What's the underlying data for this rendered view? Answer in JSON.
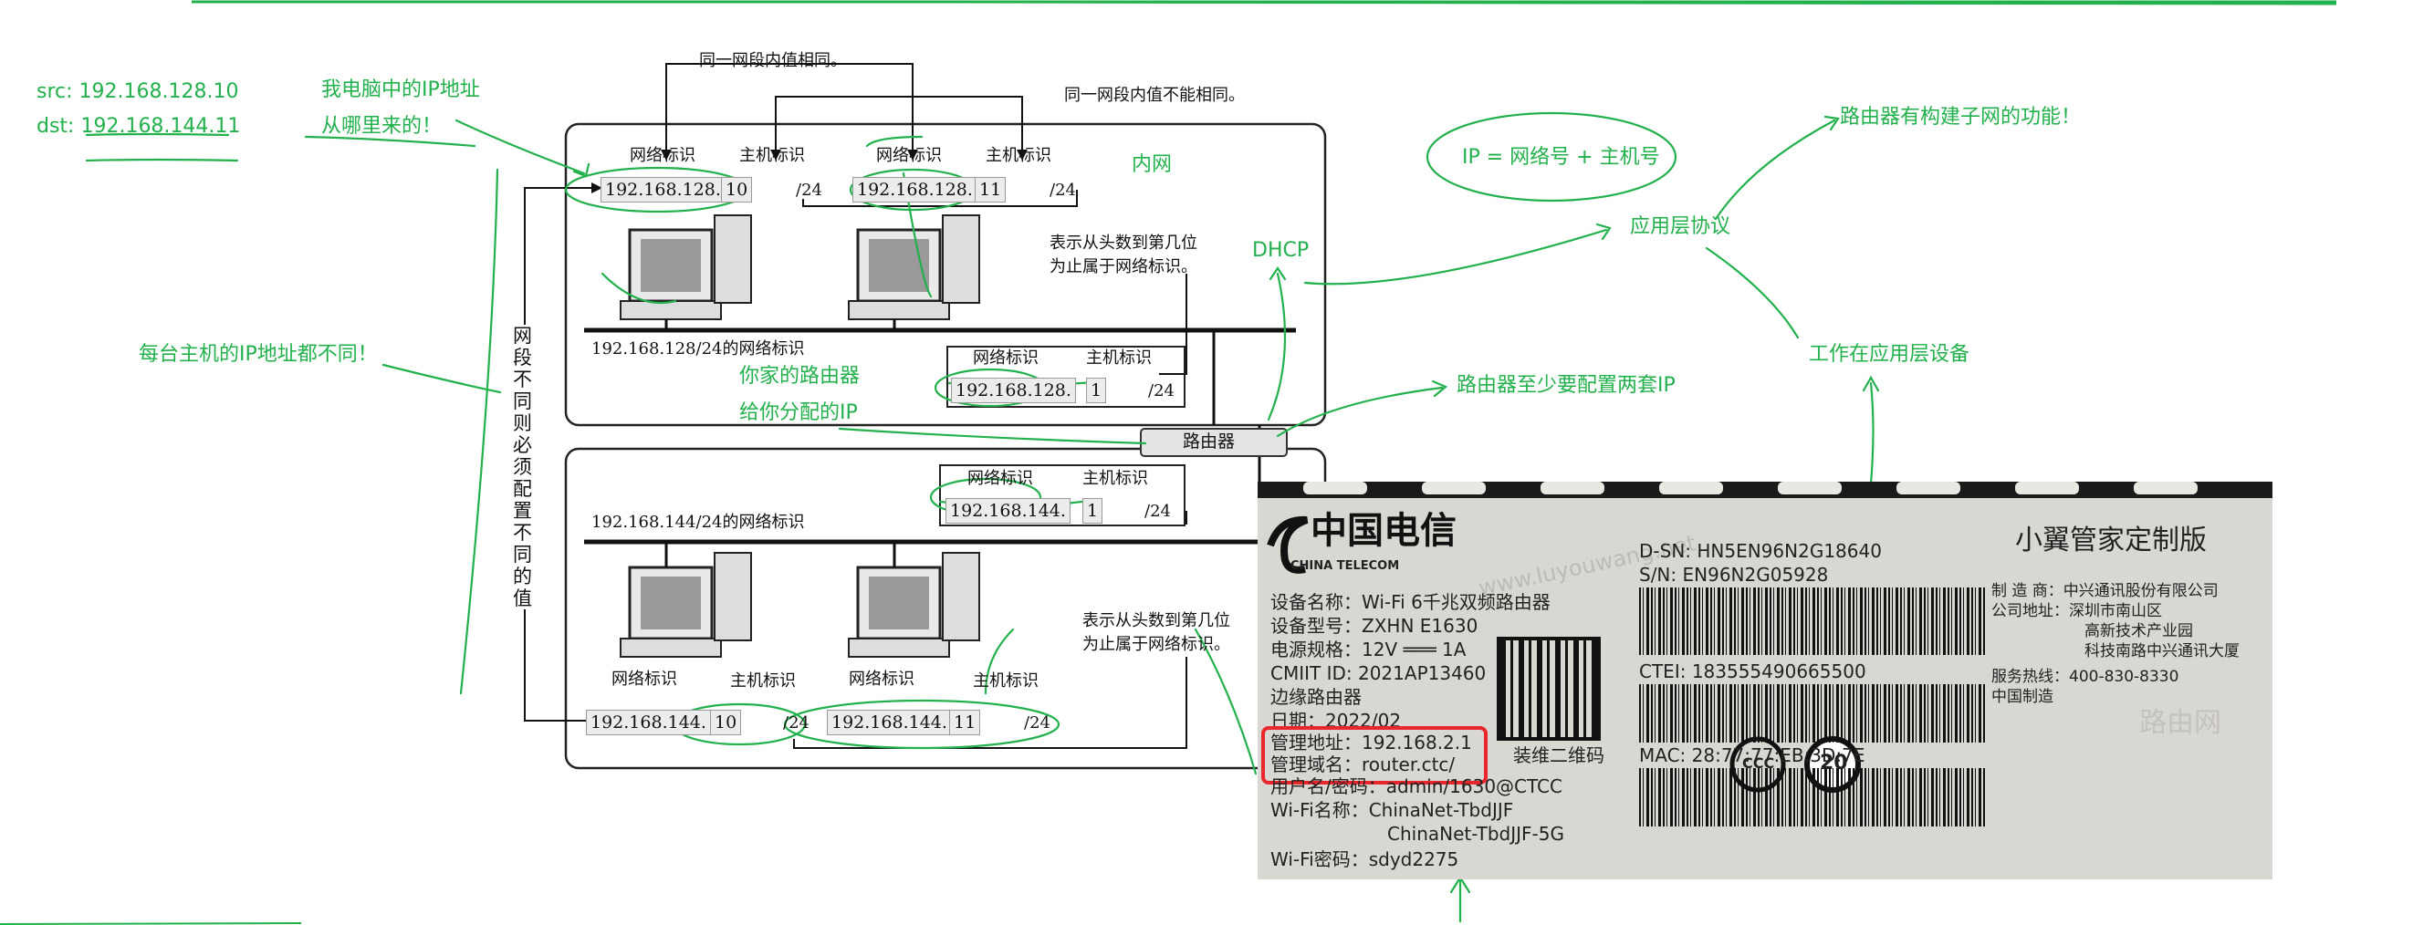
{
  "colors": {
    "annotation": "#22b14c",
    "highlight_box": "#e8262c",
    "sticker_bg": "#d9d7d2"
  },
  "notes": {
    "src": "src: 192.168.128.10",
    "dst": "dst: 192.168.144.11",
    "ip_question_1": "我电脑中的IP地址",
    "ip_question_2": "从哪里来的！",
    "every_host": "每台主机的IP地址都不同！",
    "inner_net": "内网",
    "your_router_1": "你家的路由器",
    "your_router_2": "给你分配的IP",
    "dhcp": "DHCP",
    "ip_formula": "IP = 网络号 + 主机号",
    "router_subnet": "路由器有构建子网的功能！",
    "app_protocol": "应用层协议",
    "app_device": "工作在应用层设备",
    "router_two_ip": "路由器至少要配置两套IP"
  },
  "diagram": {
    "same_within": "同一网段内值相同。",
    "not_same_within": "同一网段内值不能相同。",
    "net_id": "网络标识",
    "host_id": "主机标识",
    "top_ip_prefix": "192.168.128.",
    "top_host_a": "10",
    "top_host_b": "11",
    "bottom_ip_prefix": "192.168.144.",
    "bottom_host_a": "10",
    "bottom_host_b": "11",
    "router_host": "1",
    "mask": "/24",
    "count_note_1": "表示从头数到第几位",
    "count_note_2": "为止属于网络标识。",
    "top_net_label": "192.168.128/24的网络标识",
    "bottom_net_label": "192.168.144/24的网络标识",
    "router": "路由器",
    "vertical_note": "网段不同则必须配置不同的值"
  },
  "sticker": {
    "brand_cn": "中国电信",
    "brand_en": "CHINA TELECOM",
    "watermark": "www.luyouwang.net",
    "device_name": "设备名称：Wi-Fi 6千兆双频路由器",
    "device_model": "设备型号：ZXHN E1630",
    "power": "电源规格：12V ═══ 1A",
    "cmiit": "CMIIT ID: 2021AP13460",
    "edge_router": "边缘路由器",
    "date": "日期：2022/02",
    "mgmt_addr": "管理地址：192.168.2.1",
    "mgmt_domain": "管理域名：router.ctc/",
    "user_pass": "用户名/密码：admin/1630@CTCC",
    "wifi_name_1": "Wi-Fi名称：ChinaNet-TbdJJF",
    "wifi_name_2": "ChinaNet-TbdJJF-5G",
    "wifi_pass": "Wi-Fi密码：sdyd2275",
    "qr_label": "装维二维码",
    "dsn": "D-SN: HN5EN96N2G18640",
    "sn": "S/N: EN96N2G05928",
    "ctei": "CTEI: 183555490665500",
    "mac": "MAC: 28:77:77:EB:3D:7E",
    "custom_edition": "小翼管家定制版",
    "maker": "制 造 商：中兴通讯股份有限公司",
    "addr_1": "公司地址：深圳市南山区",
    "addr_2": "高新技术产业园",
    "addr_3": "科技南路中兴通讯大厦",
    "hotline": "服务热线：400-830-8330",
    "made_in": "中国制造",
    "ccc": "CCC",
    "years": "20",
    "router_wm": "路由网"
  }
}
